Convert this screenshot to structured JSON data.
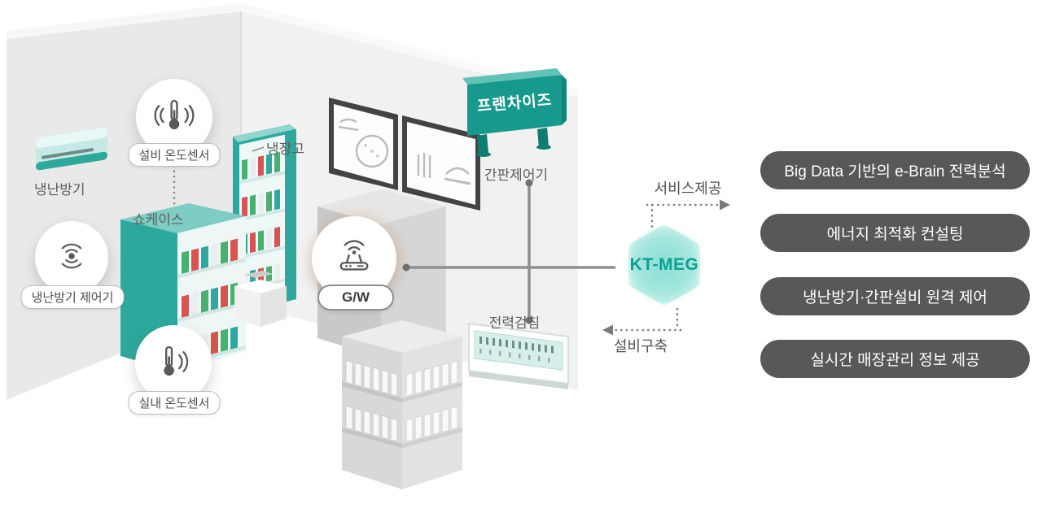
{
  "scene": {
    "ac_unit": "냉난방기",
    "equip_temp_sensor": "설비 온도센서",
    "showcase": "쇼케이스",
    "fridge": "냉장고",
    "ac_controller": "냉난방기 제어기",
    "indoor_temp_sensor": "실내 온도센서",
    "gateway": "G/W",
    "franchise_sign": "프랜차이즈",
    "signboard_controller": "간판제어기",
    "power_metering": "전력검침"
  },
  "hub": {
    "name": "KT-MEG",
    "flow_to_services": "서비스제공",
    "flow_to_store": "설비구축"
  },
  "benefits": [
    "Big Data 기반의 e-Brain 전력분석",
    "에너지 최적화 컨설팅",
    "냉난방기·간판설비 원격 제어",
    "실시간 매장관리 정보 제공"
  ],
  "colors": {
    "teal": "#1f9e92",
    "benefit_pill_bg": "#58585a",
    "gateway_glow": "#f3a976",
    "hub_text": "#0b9f95",
    "line_gray": "#8f8f8f"
  }
}
